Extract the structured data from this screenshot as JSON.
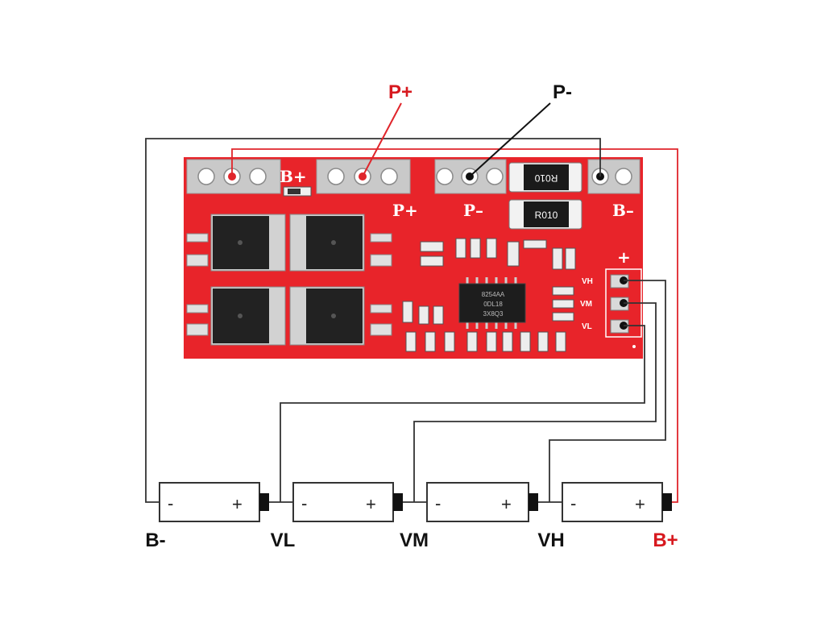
{
  "labels": {
    "p_plus_top": "P+",
    "p_minus_top": "P-",
    "b_minus": "B-",
    "vl": "VL",
    "vm": "VM",
    "vh": "VH",
    "b_plus": "B+"
  },
  "board": {
    "silk_b_plus": "B+",
    "silk_p_plus": "P+",
    "silk_p_minus": "P–",
    "silk_b_minus": "B–",
    "silk_plus": "+",
    "silk_vh": "VH",
    "silk_vm": "VM",
    "silk_vl": "VL",
    "resistor_top": "R010",
    "resistor_bottom": "R010",
    "ic_line1": "8254AA",
    "ic_line2": "0DL18",
    "ic_line3": "3X8Q3"
  },
  "battery": {
    "minus": "-",
    "plus": "+"
  },
  "colors": {
    "red_wire": "#e0252b",
    "red_label": "#d7191f",
    "board": "#e8242a",
    "wire": "#222222"
  }
}
